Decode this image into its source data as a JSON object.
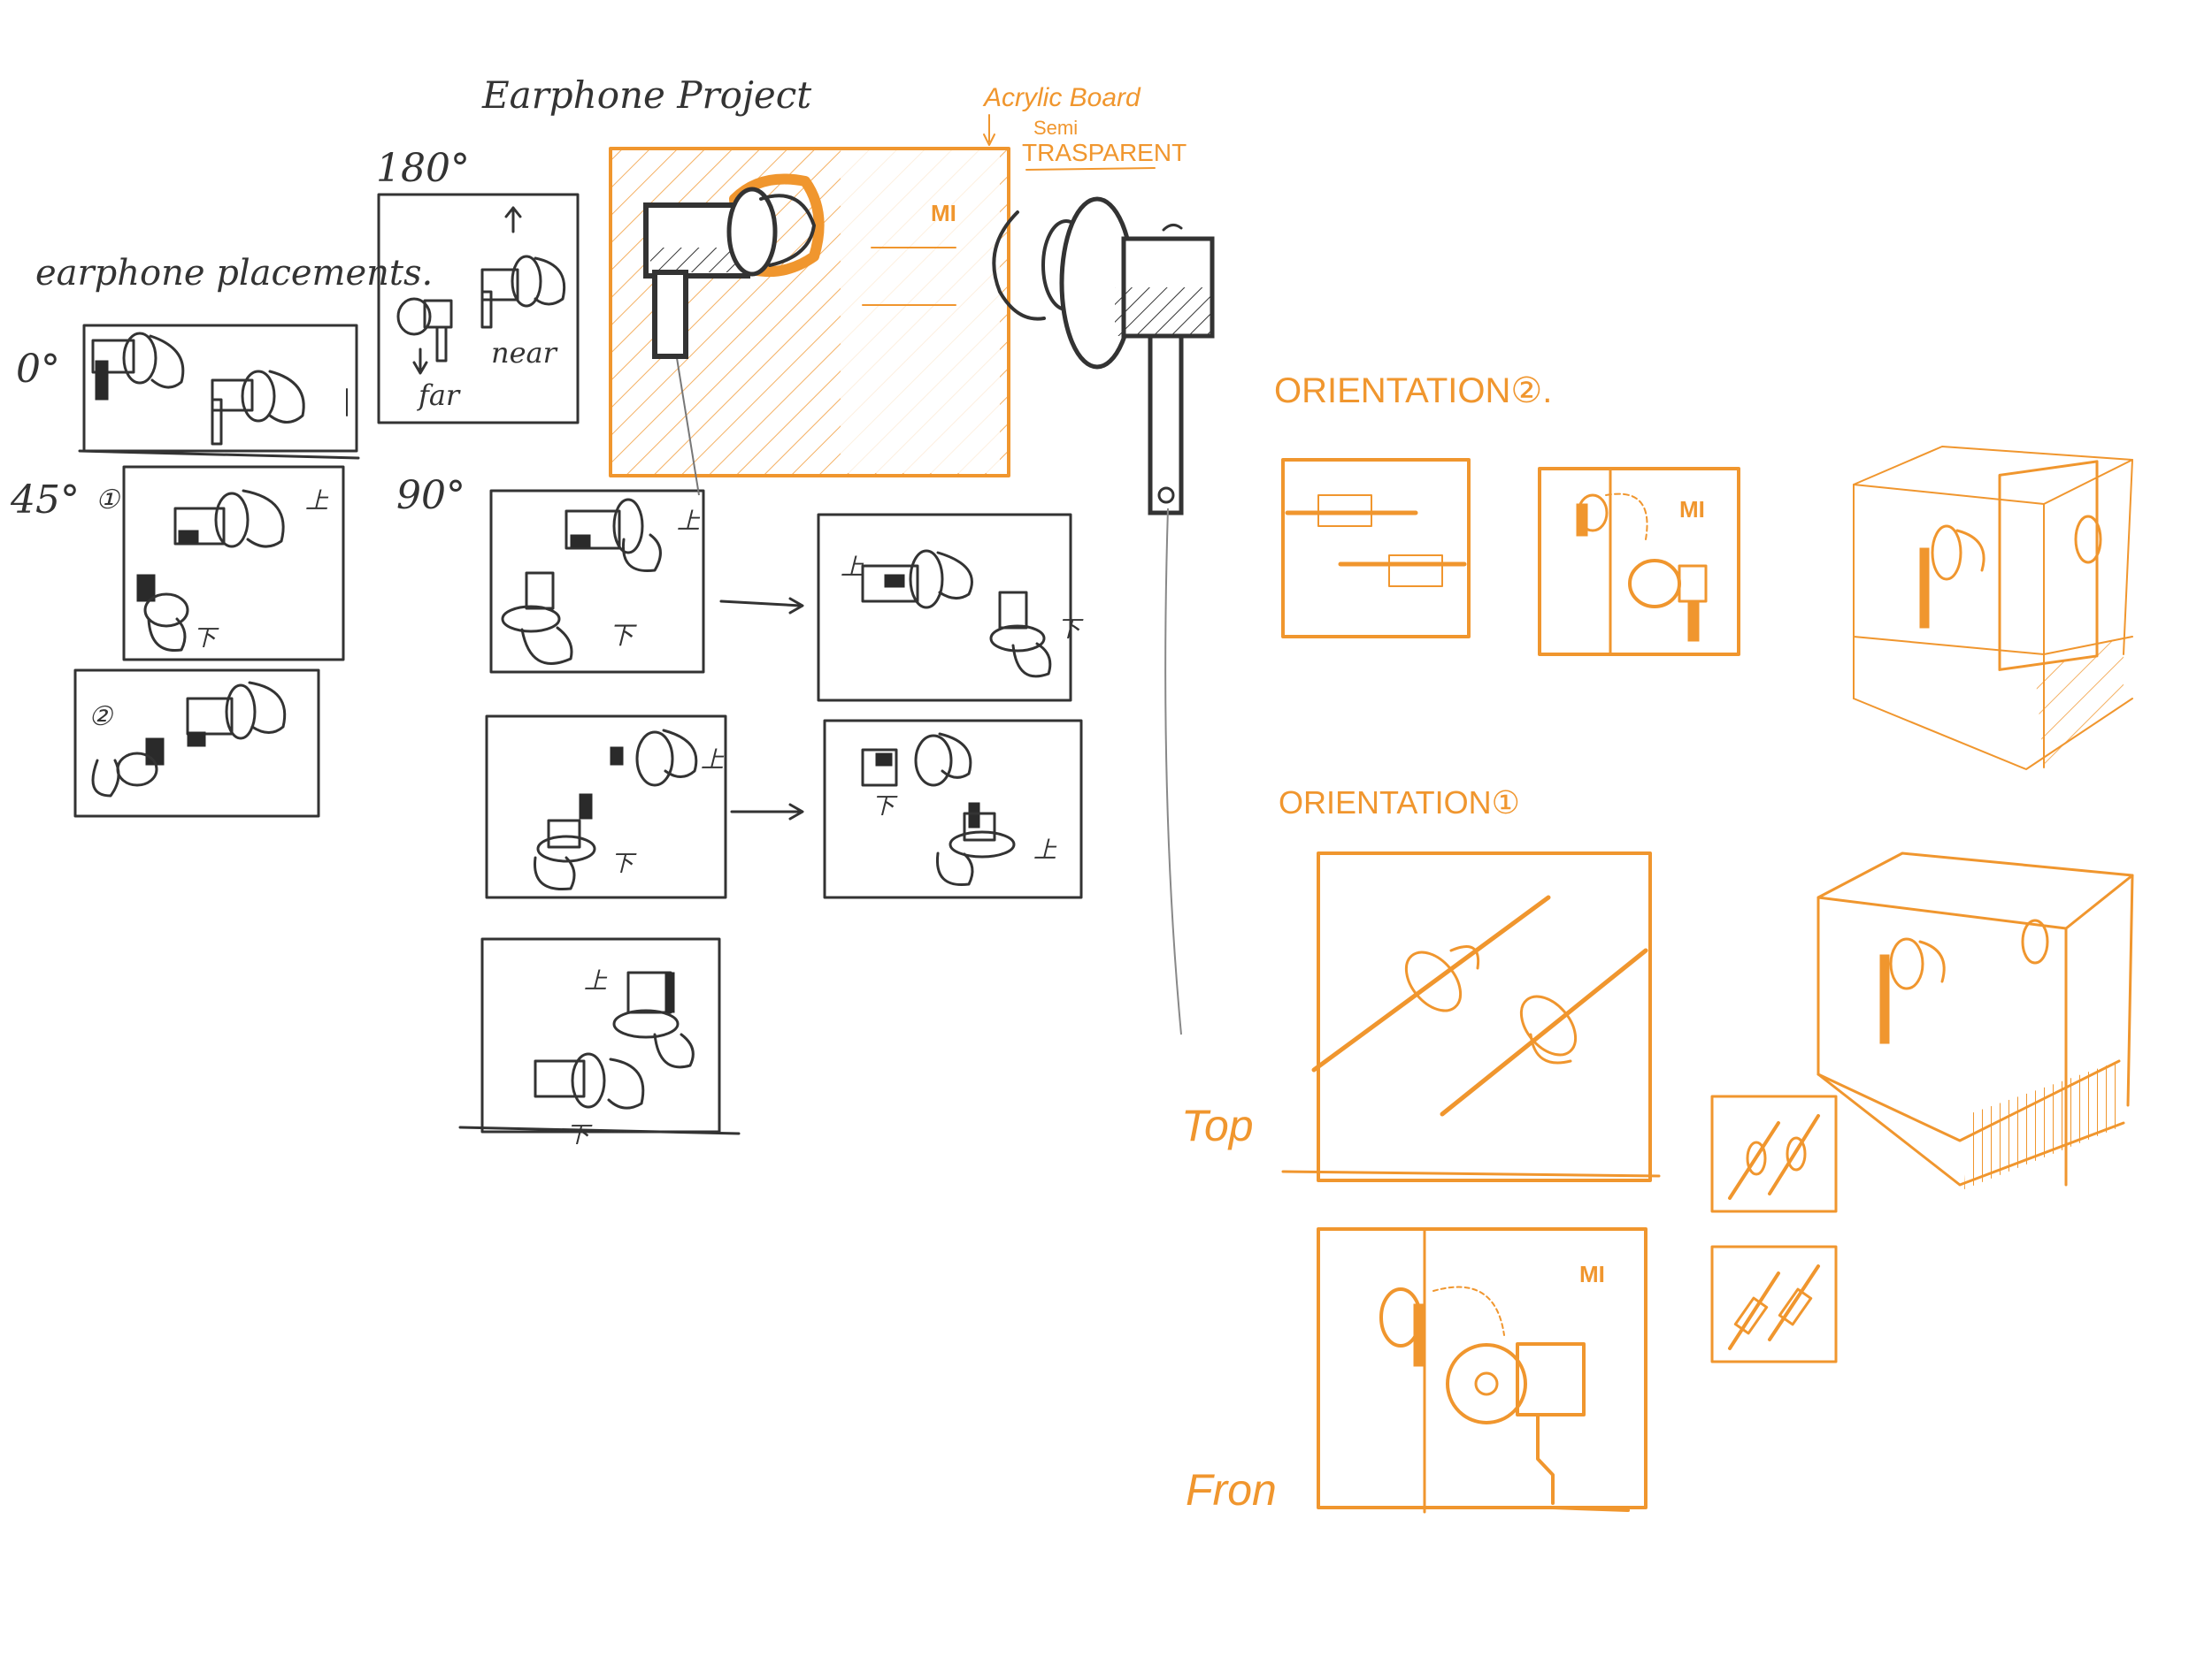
{
  "colors": {
    "ink": "#333333",
    "accent": "#f0962e",
    "paper": "#ffffff"
  },
  "labels": {
    "title": "Earphone Project",
    "placements": "earphone placements.",
    "deg_0": "0°",
    "deg_45": "45°",
    "deg_180": "180°",
    "deg_90": "90°",
    "far": "far",
    "near": "near",
    "circled_1": "①",
    "circled_2": "②",
    "up": "上",
    "down": "下",
    "acrylic_board": "Acrylic Board",
    "semi": "Semi",
    "transparent": "TRASPARENT",
    "mi_logo": "MI",
    "orientation_2": "ORIENTATION②.",
    "orientation_1": "ORIENTATION①",
    "top": "Top",
    "front": "Fron"
  }
}
